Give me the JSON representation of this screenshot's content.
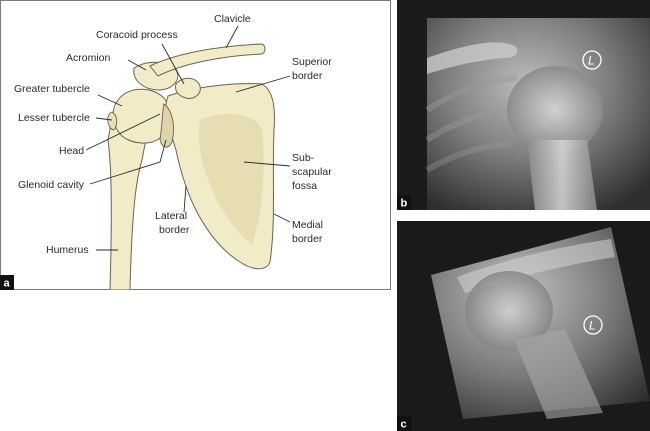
{
  "panels": {
    "a": {
      "tag": "a",
      "labels": {
        "clavicle": "Clavicle",
        "coracoid": "Coracoid process",
        "acromion": "Acromion",
        "superior_1": "Superior",
        "superior_2": "border",
        "greater_tubercle": "Greater tubercle",
        "lesser_tubercle": "Lesser tubercle",
        "head": "Head",
        "glenoid": "Glenoid cavity",
        "subscap_1": "Sub-",
        "subscap_2": "scapular",
        "subscap_3": "fossa",
        "lateral_1": "Lateral",
        "lateral_2": "border",
        "medial_1": "Medial",
        "medial_2": "border",
        "humerus": "Humerus"
      }
    },
    "b": {
      "tag": "b",
      "marker": "L"
    },
    "c": {
      "tag": "c",
      "marker": "L"
    }
  },
  "colors": {
    "bone": "#f1ebc8",
    "bone_shadow": "#ddd4a8",
    "outline": "#6a6450",
    "xray_dark": "#1b1b1b"
  }
}
